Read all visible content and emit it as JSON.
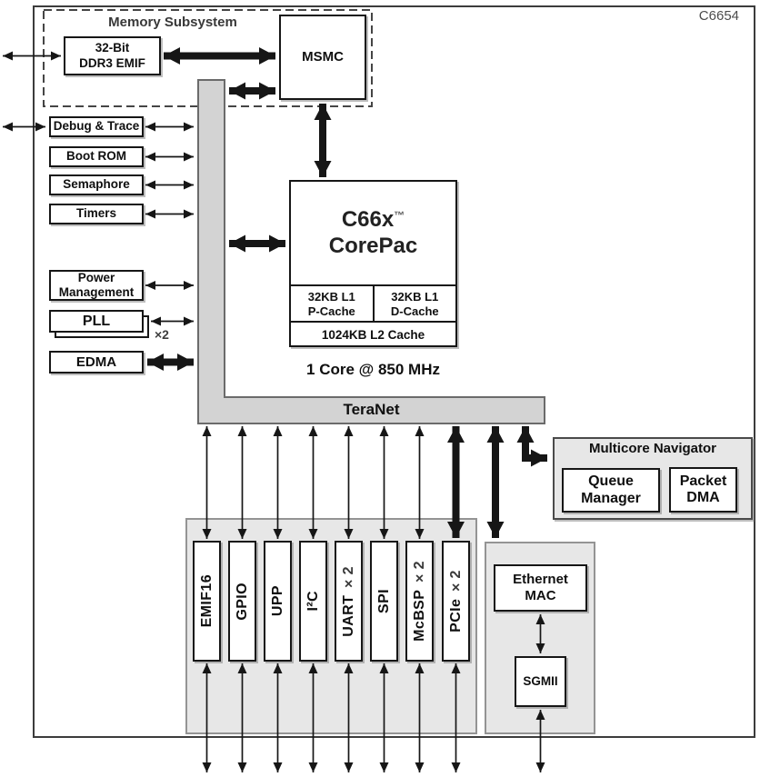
{
  "chip": {
    "label": "C6654"
  },
  "memory_subsystem": {
    "title": "Memory Subsystem",
    "ddr3_line1": "32-Bit",
    "ddr3_line2": "DDR3 EMIF",
    "msmc": "MSMC"
  },
  "left_modules": {
    "debug_trace": "Debug & Trace",
    "boot_rom": "Boot ROM",
    "semaphore": "Semaphore",
    "timers": "Timers",
    "power_line1": "Power",
    "power_line2": "Management",
    "pll": "PLL",
    "pll_multiplier": "×2",
    "edma": "EDMA"
  },
  "corepac": {
    "name": "C66x",
    "tm": "™",
    "name2": "CorePac",
    "l1p_line1": "32KB L1",
    "l1p_line2": "P-Cache",
    "l1d_line1": "32KB L1",
    "l1d_line2": "D-Cache",
    "l2": "1024KB L2 Cache",
    "core_note": "1 Core @ 850 MHz"
  },
  "teranet": {
    "label": "TeraNet"
  },
  "navigator": {
    "title": "Multicore Navigator",
    "queue_line1": "Queue",
    "queue_line2": "Manager",
    "packet_line1": "Packet",
    "packet_line2": "DMA"
  },
  "peripherals": {
    "items": [
      {
        "label": "EMIF16",
        "suffix": ""
      },
      {
        "label": "GPIO",
        "suffix": ""
      },
      {
        "label": "UPP",
        "suffix": ""
      },
      {
        "label": "I²C",
        "suffix": ""
      },
      {
        "label": "UART",
        "suffix": "×2"
      },
      {
        "label": "SPI",
        "suffix": ""
      },
      {
        "label": "McBSP",
        "suffix": "×2"
      },
      {
        "label": "PCIe",
        "suffix": "×2"
      }
    ]
  },
  "ethernet": {
    "mac_line1": "Ethernet",
    "mac_line2": "MAC",
    "sgmii": "SGMII"
  },
  "colors": {
    "teranet_fill": "#d3d3d3",
    "container_fill": "#e7e7e7",
    "arrow": "#161616",
    "frame_border": "#3c3c3c"
  }
}
